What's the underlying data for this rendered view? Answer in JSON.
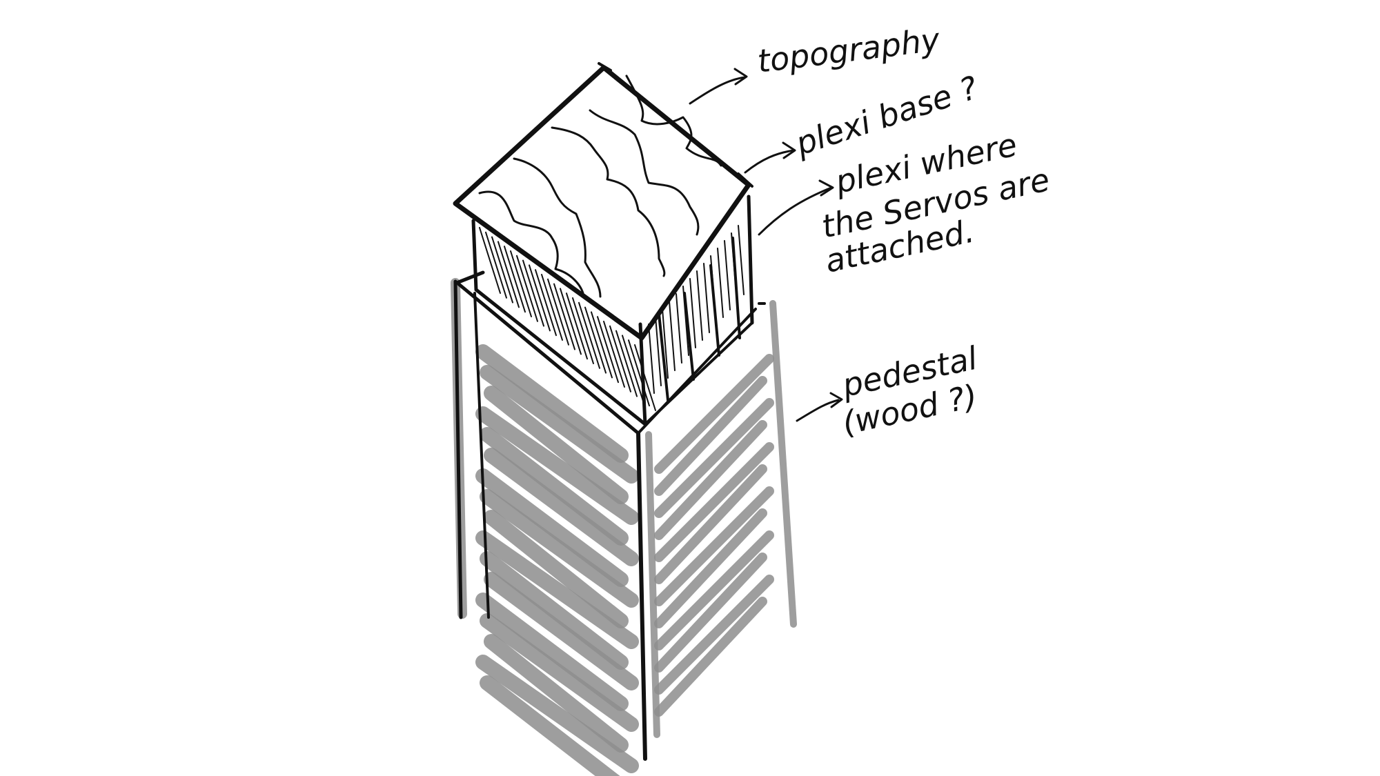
{
  "annotations": {
    "topography": "topography",
    "plexi_base": "plexi base ?",
    "plexi_servos_line1": "plexi where",
    "plexi_servos_line2": "the Servos are",
    "plexi_servos_line3": "attached.",
    "pedestal_line1": "pedestal",
    "pedestal_line2": "(wood ?)"
  },
  "colors": {
    "ink": "#111111",
    "marker": "#8d8d8d",
    "background": "#ffffff"
  }
}
